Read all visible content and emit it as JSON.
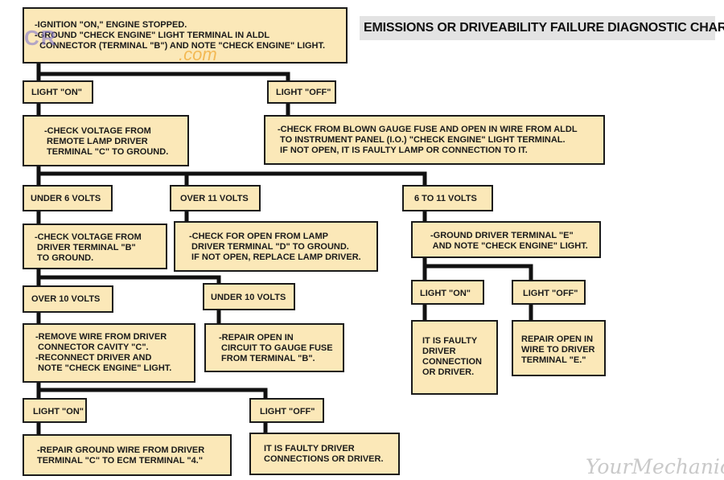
{
  "title": "EMISSIONS OR DRIVEABILITY FAILURE DIAGNOSTIC CHART",
  "watermarks": {
    "site_logo_main": "CR",
    "site_logo_suffix": ".com",
    "brand": "YourMechanic"
  },
  "nodes": {
    "start": "-IGNITION \"ON,\" ENGINE STOPPED.\n-GROUND \"CHECK ENGINE\" LIGHT TERMINAL IN ALDL\n  CONNECTOR (TERMINAL \"B\") AND NOTE \"CHECK ENGINE\" LIGHT.",
    "light_on_1": "LIGHT \"ON\"",
    "light_off_1": "LIGHT \"OFF\"",
    "check_remote_lamp": "-CHECK VOLTAGE FROM\n REMOTE LAMP DRIVER\n TERMINAL \"C\" TO GROUND.",
    "check_gauge_fuse": "-CHECK FROM BLOWN GAUGE FUSE AND OPEN IN WIRE FROM ALDL\n TO INSTRUMENT PANEL (I.O.) \"CHECK ENGINE\" LIGHT TERMINAL.\n IF NOT OPEN, IT IS FAULTY LAMP OR CONNECTION TO IT.",
    "under_6_volts": "UNDER 6 VOLTS",
    "over_11_volts": "OVER 11 VOLTS",
    "six_to_11_volts": "6 TO 11 VOLTS",
    "check_driver_b": "-CHECK VOLTAGE FROM\n DRIVER TERMINAL \"B\"\n TO GROUND.",
    "check_open_lamp_d": "-CHECK FOR OPEN FROM LAMP\n DRIVER TERMINAL \"D\" TO GROUND.\n IF NOT OPEN, REPLACE LAMP DRIVER.",
    "ground_driver_e": "-GROUND DRIVER TERMINAL \"E\"\n AND NOTE \"CHECK ENGINE\" LIGHT.",
    "over_10_volts": "OVER 10 VOLTS",
    "under_10_volts": "UNDER 10 VOLTS",
    "light_on_2": "LIGHT \"ON\"",
    "light_off_2": "LIGHT \"OFF\"",
    "remove_wire": "-REMOVE WIRE FROM DRIVER\n CONNECTOR CAVITY \"C\".\n-RECONNECT DRIVER AND\n NOTE \"CHECK ENGINE\" LIGHT.",
    "repair_open_b": "-REPAIR OPEN IN\n CIRCUIT TO GAUGE FUSE\n FROM TERMINAL \"B\".",
    "faulty_driver_conn": "IT IS FAULTY\nDRIVER\nCONNECTION\nOR DRIVER.",
    "repair_open_e": "REPAIR OPEN IN\nWIRE TO DRIVER\nTERMINAL \"E.\"",
    "light_on_3": "LIGHT \"ON\"",
    "light_off_3": "LIGHT \"OFF\"",
    "repair_ground_wire": "-REPAIR GROUND WIRE FROM DRIVER\nTERMINAL \"C\" TO ECM TERMINAL \"4.\"",
    "faulty_driver_connections": "IT IS FAULTY DRIVER\nCONNECTIONS OR DRIVER."
  }
}
